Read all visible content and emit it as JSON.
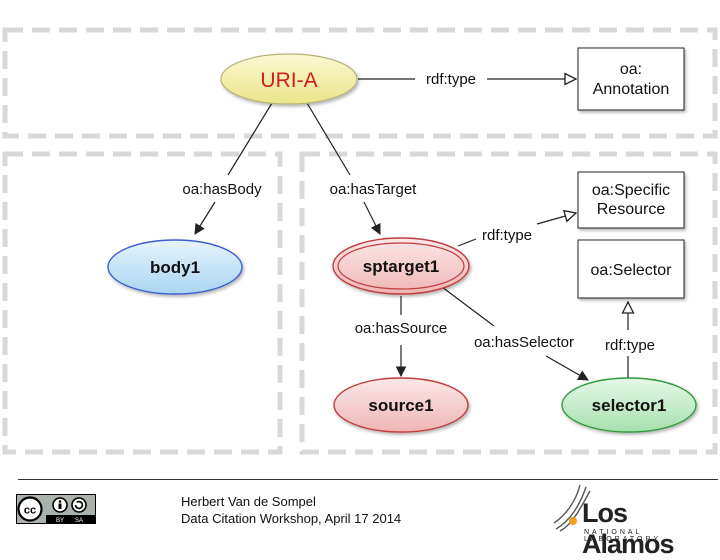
{
  "nodes": {
    "uri_a": "URI-A",
    "oa_annotation": [
      "oa:",
      "Annotation"
    ],
    "oa_specific_resource": [
      "oa:Specific",
      "Resource"
    ],
    "oa_selector": "oa:Selector",
    "body1": "body1",
    "sptarget1": "sptarget1",
    "source1": "source1",
    "selector1": "selector1"
  },
  "edges": {
    "type_annotation": "rdf:type",
    "has_body": "oa:hasBody",
    "has_target": "oa:hasTarget",
    "type_specific_resource": "rdf:type",
    "has_source": "oa:hasSource",
    "has_selector": "oa:hasSelector",
    "type_selector": "rdf:type"
  },
  "footer": {
    "author": "Herbert Van de Sompel",
    "event": "Data Citation Workshop, April 17 2014"
  },
  "license": {
    "cc": "cc",
    "by": "BY",
    "sa": "SA"
  },
  "logo": {
    "name": "Los Alamos",
    "sub": "NATIONAL LABORATORY"
  },
  "colors": {
    "uri_fill": "#f4f0a4",
    "body_fill": "#c9e6f7",
    "body_stroke": "#3a5fd0",
    "target_fill": "#f6d2d2",
    "target_stroke": "#c03c3c",
    "selector_fill": "#c9efcf",
    "selector_stroke": "#2e9a3a"
  }
}
